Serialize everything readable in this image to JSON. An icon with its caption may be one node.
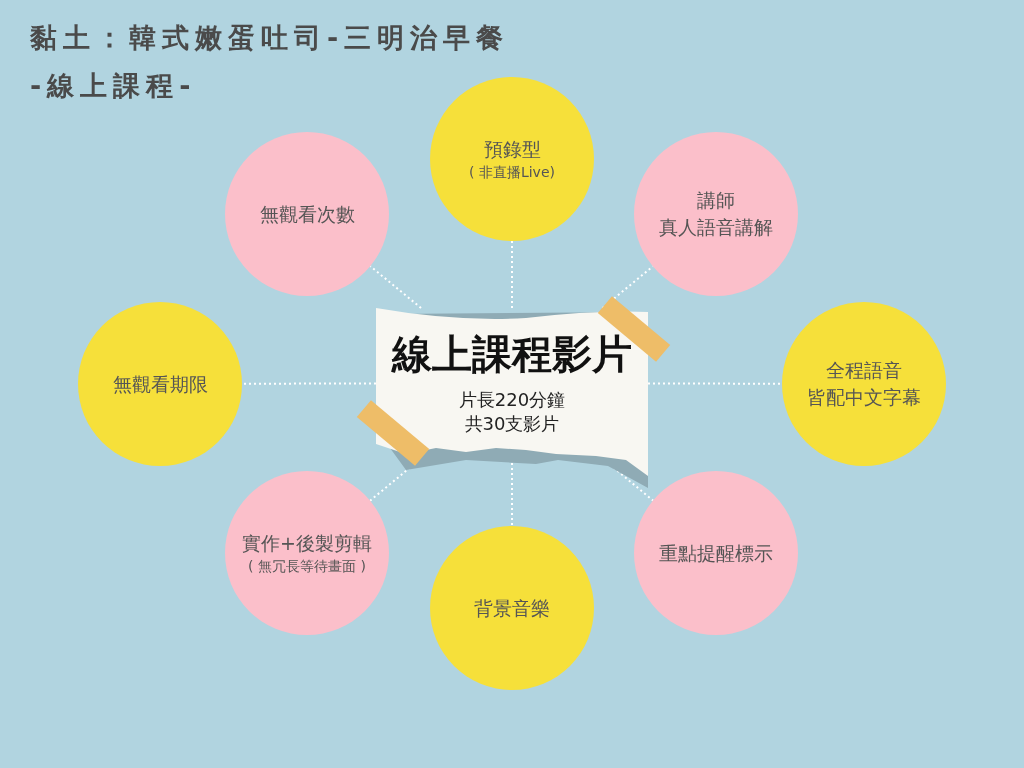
{
  "diagram": {
    "title": "黏土：韓式嫩蛋吐司-三明治早餐",
    "nodes": [
      {
        "text": [
          "線上課程影片",
          "片長220分鐘",
          "共30支影片"
        ]
      },
      {
        "text": [
          "預錄型",
          "( 非直播Live)"
        ]
      },
      {
        "text": [
          "無觀看次數"
        ]
      },
      {
        "text": [
          "講師",
          "真人語音講解"
        ]
      },
      {
        "text": [
          "無觀看期限"
        ]
      },
      {
        "text": [
          "全程語音",
          "皆配中文字幕"
        ]
      },
      {
        "text": [
          "實作+後製剪輯",
          "( 無冗長等待畫面 )"
        ]
      },
      {
        "text": [
          "重點提醒標示"
        ]
      },
      {
        "text": [
          "背景音樂"
        ]
      }
    ],
    "edges": [
      {
        "from": 0,
        "to": 1,
        "arrow": "none"
      },
      {
        "from": 0,
        "to": 2,
        "arrow": "none"
      },
      {
        "from": 0,
        "to": 3,
        "arrow": "none"
      },
      {
        "from": 0,
        "to": 4,
        "arrow": "none"
      },
      {
        "from": 0,
        "to": 5,
        "arrow": "none"
      },
      {
        "from": 0,
        "to": 6,
        "arrow": "none"
      },
      {
        "from": 0,
        "to": 7,
        "arrow": "none"
      },
      {
        "from": 0,
        "to": 8,
        "arrow": "none"
      }
    ],
    "labels": [
      "-線上課程-"
    ]
  }
}
